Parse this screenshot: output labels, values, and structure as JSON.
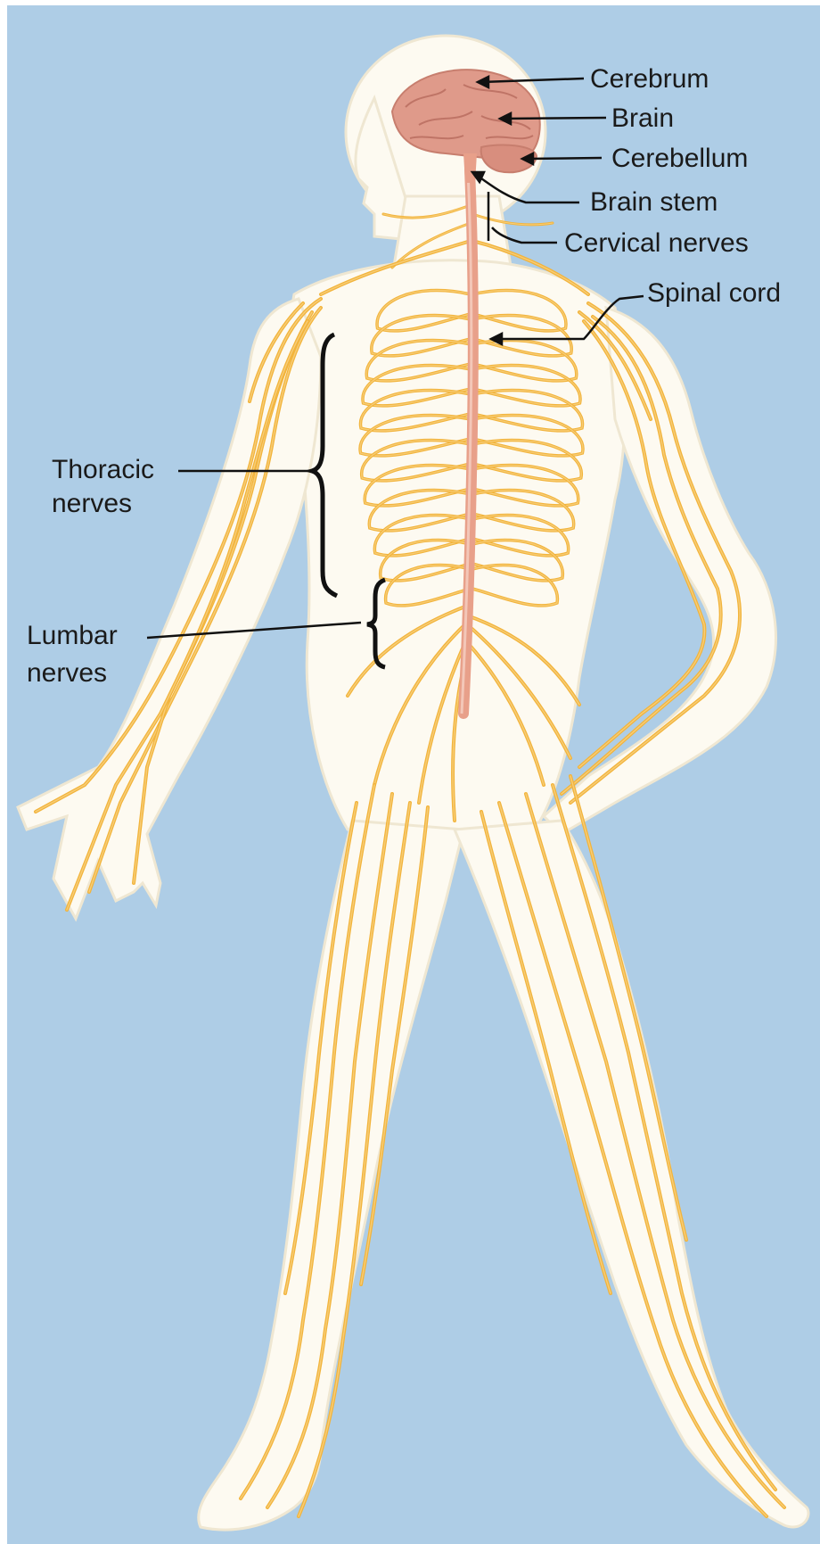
{
  "colors": {
    "background": "#aecde6",
    "body_silhouette": "#fdfaf1",
    "body_outline": "#f0e9d6",
    "nerve": "#f2b43c",
    "nerve_highlight": "#f7cd78",
    "spinal_cord": "#e8a08a",
    "brain": "#df9a8a",
    "brain_fold": "#bf7466",
    "label_line": "#111111"
  },
  "labels": {
    "cerebrum": "Cerebrum",
    "brain": "Brain",
    "cerebellum": "Cerebellum",
    "brain_stem": "Brain stem",
    "cervical": "Cervical nerves",
    "spinal_cord": "Spinal cord",
    "thoracic_1": "Thoracic",
    "thoracic_2": "nerves",
    "lumbar_1": "Lumbar",
    "lumbar_2": "nerves"
  }
}
